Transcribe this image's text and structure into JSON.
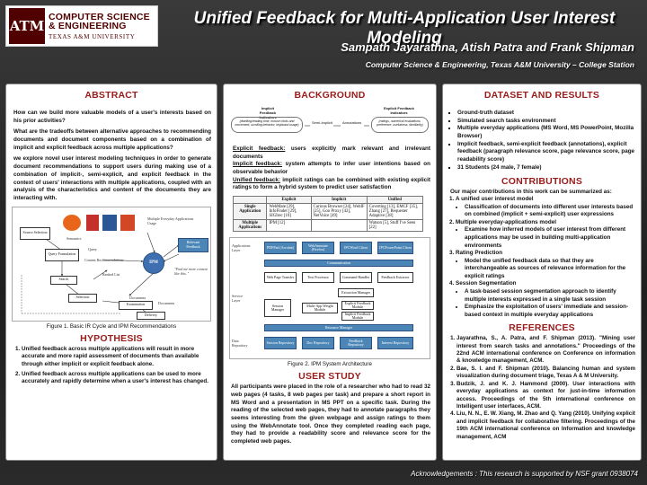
{
  "header": {
    "logo_mark": "ATM",
    "logo_line1": "COMPUTER SCIENCE",
    "logo_line2": "& ENGINEERING",
    "logo_line3": "TEXAS A&M UNIVERSITY",
    "title": "Unified Feedback for Multi-Application User Interest Modeling",
    "authors": "Sampath Jayarathna, Atish Patra and Frank Shipman",
    "affiliation": "Computer Science & Engineering, Texas A&M University – College Station"
  },
  "abstract": {
    "title": "ABSTRACT",
    "p1": "How can we build more valuable models of a user's interests based on his prior activities?",
    "p2": "What are the tradeoffs between alternative approaches to recommending documents and document components based on a combination of implicit and explicit feedback across multiple applications?",
    "p3": "we explore novel user interest modeling techniques in order to generate document recommendations to support users during making use of a combination of implicit-, semi-explicit, and explicit feedback in the context of users' interactions with multiple applications, coupled with an analysis of the characteristics and content of the documents they are interacting with."
  },
  "figure1": {
    "caption": "Figure 1. Basic IR Cycle and IPM Recommendations",
    "apps_label": "Multiple Everyday Applications Usage",
    "nodes": {
      "source": "Source Selection",
      "semantics": "Semantics",
      "query_formulation": "Query Formulation",
      "query": "Query",
      "search": "Search",
      "ranked_list": "Ranked List",
      "selection": "Selection",
      "documents": "Documents",
      "examination": "Examination",
      "delivery": "Delivery",
      "ipm": "IPM",
      "relevant_feedback": "Relevant Feedback",
      "content_recs": "Content Recommendations",
      "quote": "\"Find me more content like this..\""
    }
  },
  "hypothesis": {
    "title": "HYPOTHESIS",
    "items": [
      "Unified feedback across multiple applications will result in more accurate and more rapid assessment of documents than available through either implicit or explicit feedback alone.",
      "Unified feedback across multiple applications can be used to more accurately and rapidly determine when a user's interest has changed."
    ]
  },
  "background": {
    "title": "BACKGROUND",
    "diag_left_title": "Implicit Feedback Indicators",
    "diag_left_text": "(dwelling/reading time, mouse clicks and movement, scrolling behavior, keyboard usage)",
    "diag_mid_1": "Semi-Implicit",
    "diag_mid_2": "Annotations",
    "diag_right_title": "Explicit Feedback Indicators",
    "diag_right_text": "(ratings, numerical evaluations, preference, usefulness, familiarity)",
    "def1_label": "Explicit feedback:",
    "def1_text": " users explicitly mark relevant and irrelevant documents",
    "def2_label": "Implicit feedback:",
    "def2_text": " system attempts to infer user intentions based on observable behavior",
    "def3_label": "Unified feedback:",
    "def3_text": " implicit ratings can be combined with existing explicit ratings to form a hybrid system to predict user satisfaction",
    "table": {
      "headers": [
        "",
        "Explicit",
        "Implicit",
        "Unified"
      ],
      "rows": [
        [
          "Single Application",
          "WebMate [29], InfoFinder [29], SIGIrec [10]",
          "Curious Browser [24], WebIF [25], Goo Proxy [42], NetVoice [49]",
          "Coverting [13], EMCF [35], Zhang [27], Requester Adaptive [38]"
        ],
        [
          "Multiple Applications",
          "IPM [12]",
          "",
          "Watson [5], Stuff I've Seen [22]"
        ]
      ]
    }
  },
  "figure2": {
    "caption": "Figure 2. IPM System Architecture",
    "layers": [
      "Applications Layer",
      "Service Layer",
      "Data Repository"
    ],
    "apps": [
      "PDFPad (Acrobat)",
      "WebAnnotate (Firefox)",
      "IPCWord Client",
      "IPCPowerPoint Client"
    ],
    "communication": "Communication",
    "services": [
      "Web Page Transfer",
      "Text Processor",
      "Command Handler",
      "Feedback Extractor"
    ],
    "extraction": "Extraction Manager",
    "session": "Session Manager",
    "multi_app": "Multi-App Weight Module",
    "explicit_mod": "Explicit Feedback Module",
    "implicit_mod": "Implicit Feedback Module",
    "resource": "Resource Manager",
    "repos": [
      "Session Repository",
      "Doc Repository",
      "Feedback Repository",
      "Interest Repository"
    ]
  },
  "user_study": {
    "title": "USER STUDY",
    "text": "All participants were placed in the role of a researcher who had to read 32 web pages (4 tasks, 8 web pages per task) and prepare a short report in MS Word and a presentation in MS PPT on a specific task. During the reading of the selected web pages, they had to annotate paragraphs they seems interesting from the given webpage and assign ratings to them using the WebAnnotate tool. Once they completed reading each page, they had to provide a readability score and relevance score for the completed web pages."
  },
  "dataset": {
    "title": "DATASET AND RESULTS",
    "items": [
      "Ground-truth dataset",
      "Simulated search tasks environment",
      "Multiple everyday applications (MS Word, MS PowerPoint, Mozilla Browser)",
      "Implicit feedback, semi-explicit feedback (annotations), explicit feedback (paragraph relevance score, page relevance score, page readability score)",
      "31 Students (24 male, 7 female)"
    ]
  },
  "contributions": {
    "title": "CONTRIBUTIONS",
    "intro": "Our major contributions in this work can be summarized as:",
    "items": [
      {
        "head": "A unified user interest model",
        "subs": [
          "Classification of documents into different user interests based on combined (implicit + semi-explicit) user expressions"
        ]
      },
      {
        "head": "Multiple everyday-applications model",
        "subs": [
          "Examine how inferred models of user interest from different applications may be used in building multi-application environments"
        ]
      },
      {
        "head": "Rating Prediction",
        "subs": [
          "Model the unified feedback data so that they are interchangeable as sources of relevance information for the explicit ratings"
        ]
      },
      {
        "head": "Session Segmentation",
        "subs": [
          "A task-based session segmentation approach to identify multiple interests expressed in a single task session",
          "Emphasize the exploitation of users' immediate and session-based context in multiple everyday applications"
        ]
      }
    ]
  },
  "references": {
    "title": "REFERENCES",
    "items": [
      "Jayarathna, S., A. Patra, and F. Shipman (2013). \"Mining user interest from search tasks and annotations.\" Proceedings of the 22nd ACM international conference on Conference on information & knowledge management, ACM.",
      "Bae, S. I. and F. Shipman (2010). Balancing human and system visualization during document triage, Texas A & M University.",
      "Budzik, J. and K. J. Hammond (2000). User interactions with everyday applications as context for just-in-time information access. Proceedings of the 5th international conference on Intelligent user interfaces, ACM.",
      "Liu, N. N., E. W. Xiang, M. Zhao and Q. Yang (2010). Unifying explicit and implicit feedback for collaborative filtering. Proceedings of the 19th ACM international conference on Information and knowledge management, ACM"
    ]
  },
  "acknowledgements": "Acknowledgements : This research is supported by NSF grant 0938074"
}
